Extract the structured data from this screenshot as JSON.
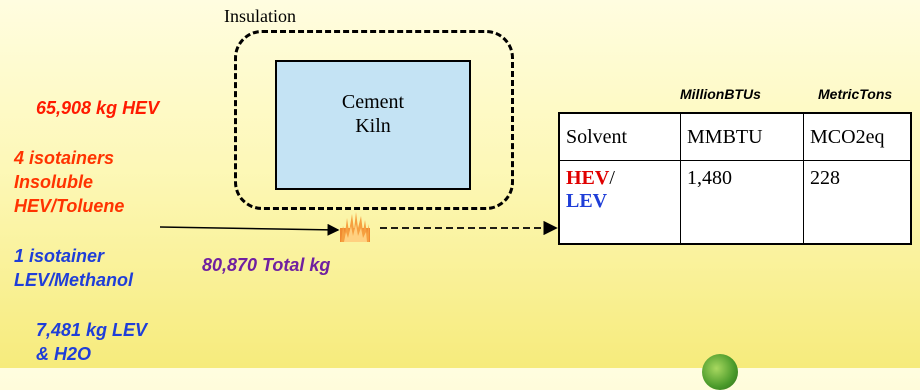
{
  "insulation": {
    "label": "Insulation"
  },
  "kiln": {
    "line1": "Cement",
    "line2": "Kiln"
  },
  "inputs": {
    "hev_mass": "65,908 kg HEV",
    "isotainers_line1": "4 isotainers",
    "isotainers_line2": "Insoluble",
    "isotainers_line3": "HEV/Toluene",
    "isotainer_lev_line1": "1 isotainer",
    "isotainer_lev_line2": "LEV/Methanol",
    "lev_water_line1": "7,481 kg LEV",
    "lev_water_line2": "& H2O"
  },
  "total": "80,870 Total kg",
  "units": {
    "btu": "MillionBTUs",
    "tons": "MetricTons"
  },
  "table": {
    "headers": [
      "Solvent",
      "MMBTU",
      "MCO2eq"
    ],
    "row": {
      "hev": "HEV",
      "slash": "/",
      "lev": "LEV",
      "mmbtu": "1,480",
      "mco2": "228"
    }
  },
  "colors": {
    "hev": "#ff1a00",
    "lev": "#1f3ed8",
    "total": "#7020a0",
    "kiln_fill": "#c4e3f4"
  },
  "icons": {
    "flame": "flame-icon",
    "logo": "globe-logo"
  }
}
